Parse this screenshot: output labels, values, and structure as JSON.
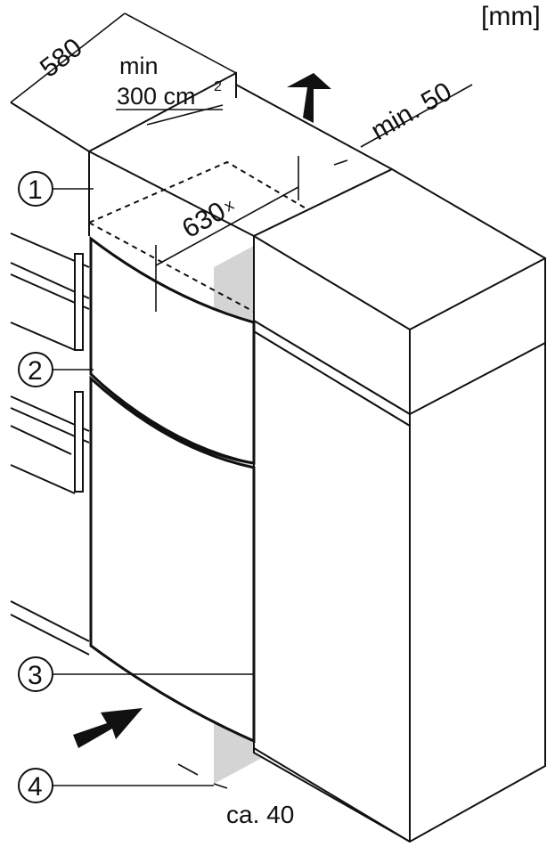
{
  "units": "[mm]",
  "dimensions": {
    "depth": "580",
    "vent_min": "min",
    "vent_area": "300 cm",
    "vent_area_exp": "2",
    "width": "630",
    "width_mark": "x",
    "top_gap": "min. 50",
    "bottom_gap": "ca. 40"
  },
  "callouts": [
    "1",
    "2",
    "3",
    "4"
  ],
  "colors": {
    "shade": "#d4d4d4",
    "line": "#111111"
  }
}
